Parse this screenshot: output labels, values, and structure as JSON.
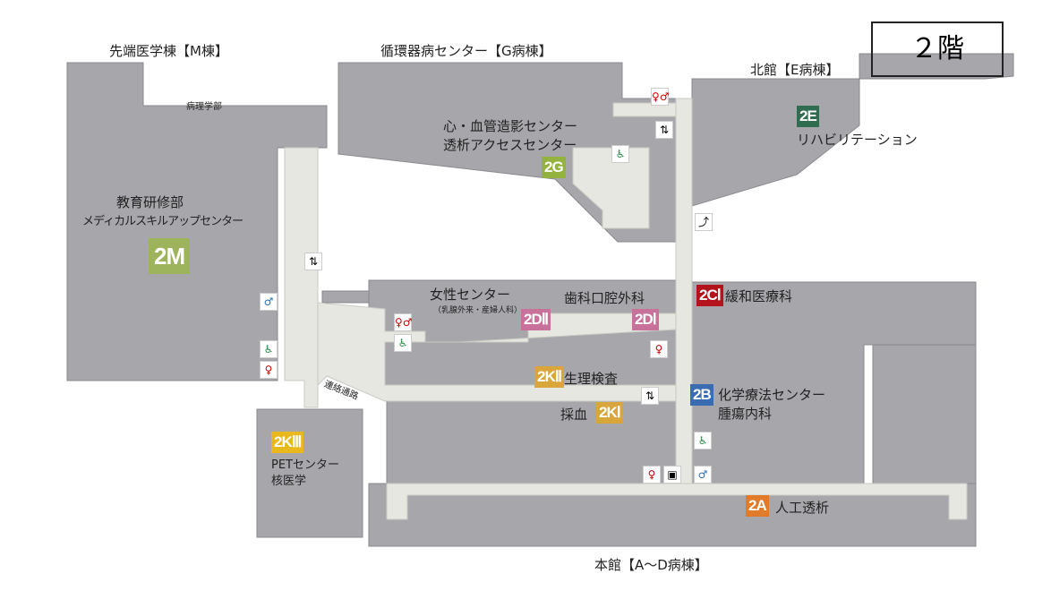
{
  "floor_label": "２階",
  "buildings": {
    "m": "先端医学棟【M棟】",
    "g": "循環器病センター【G病棟】",
    "e": "北館【E病棟】",
    "main": "本館【A〜D病棟】"
  },
  "areas": {
    "pathology": "病理学部",
    "education": "教育研修部",
    "skills": "メディカルスキルアップセンター",
    "cardio": "心・血管造影センター",
    "dialysis_access": "透析アクセスセンター",
    "rehab": "リハビリテーション",
    "women": "女性センター",
    "women_sub": "（乳腺外来・産婦人科）",
    "dental": "歯科口腔外科",
    "palliative": "緩和医療科",
    "physio": "生理検査",
    "blood": "採血",
    "chemo": "化学療法センター",
    "oncology": "腫瘍内科",
    "pet": "PETセンター",
    "nuclear": "核医学",
    "dialysis": "人工透析",
    "passage": "連絡通路"
  },
  "badges": {
    "m": {
      "text": "2M",
      "color": "#9db45c"
    },
    "g": {
      "text": "2G",
      "color": "#93b23e"
    },
    "e": {
      "text": "2E",
      "color": "#2f6c50"
    },
    "c1": {
      "text": "2CⅠ",
      "color": "#b3131b"
    },
    "d2": {
      "text": "2DⅡ",
      "color": "#c8719b"
    },
    "d1": {
      "text": "2DⅠ",
      "color": "#c8719b"
    },
    "k2": {
      "text": "2KⅡ",
      "color": "#d9a63b"
    },
    "k1": {
      "text": "2KⅠ",
      "color": "#d9a63b"
    },
    "k3": {
      "text": "2KⅢ",
      "color": "#e8b81c"
    },
    "b": {
      "text": "2B",
      "color": "#3a6cb1"
    },
    "a": {
      "text": "2A",
      "color": "#e07b2c"
    }
  },
  "colors": {
    "building": "#a7a7ab",
    "corridor": "#e7e7e1"
  }
}
